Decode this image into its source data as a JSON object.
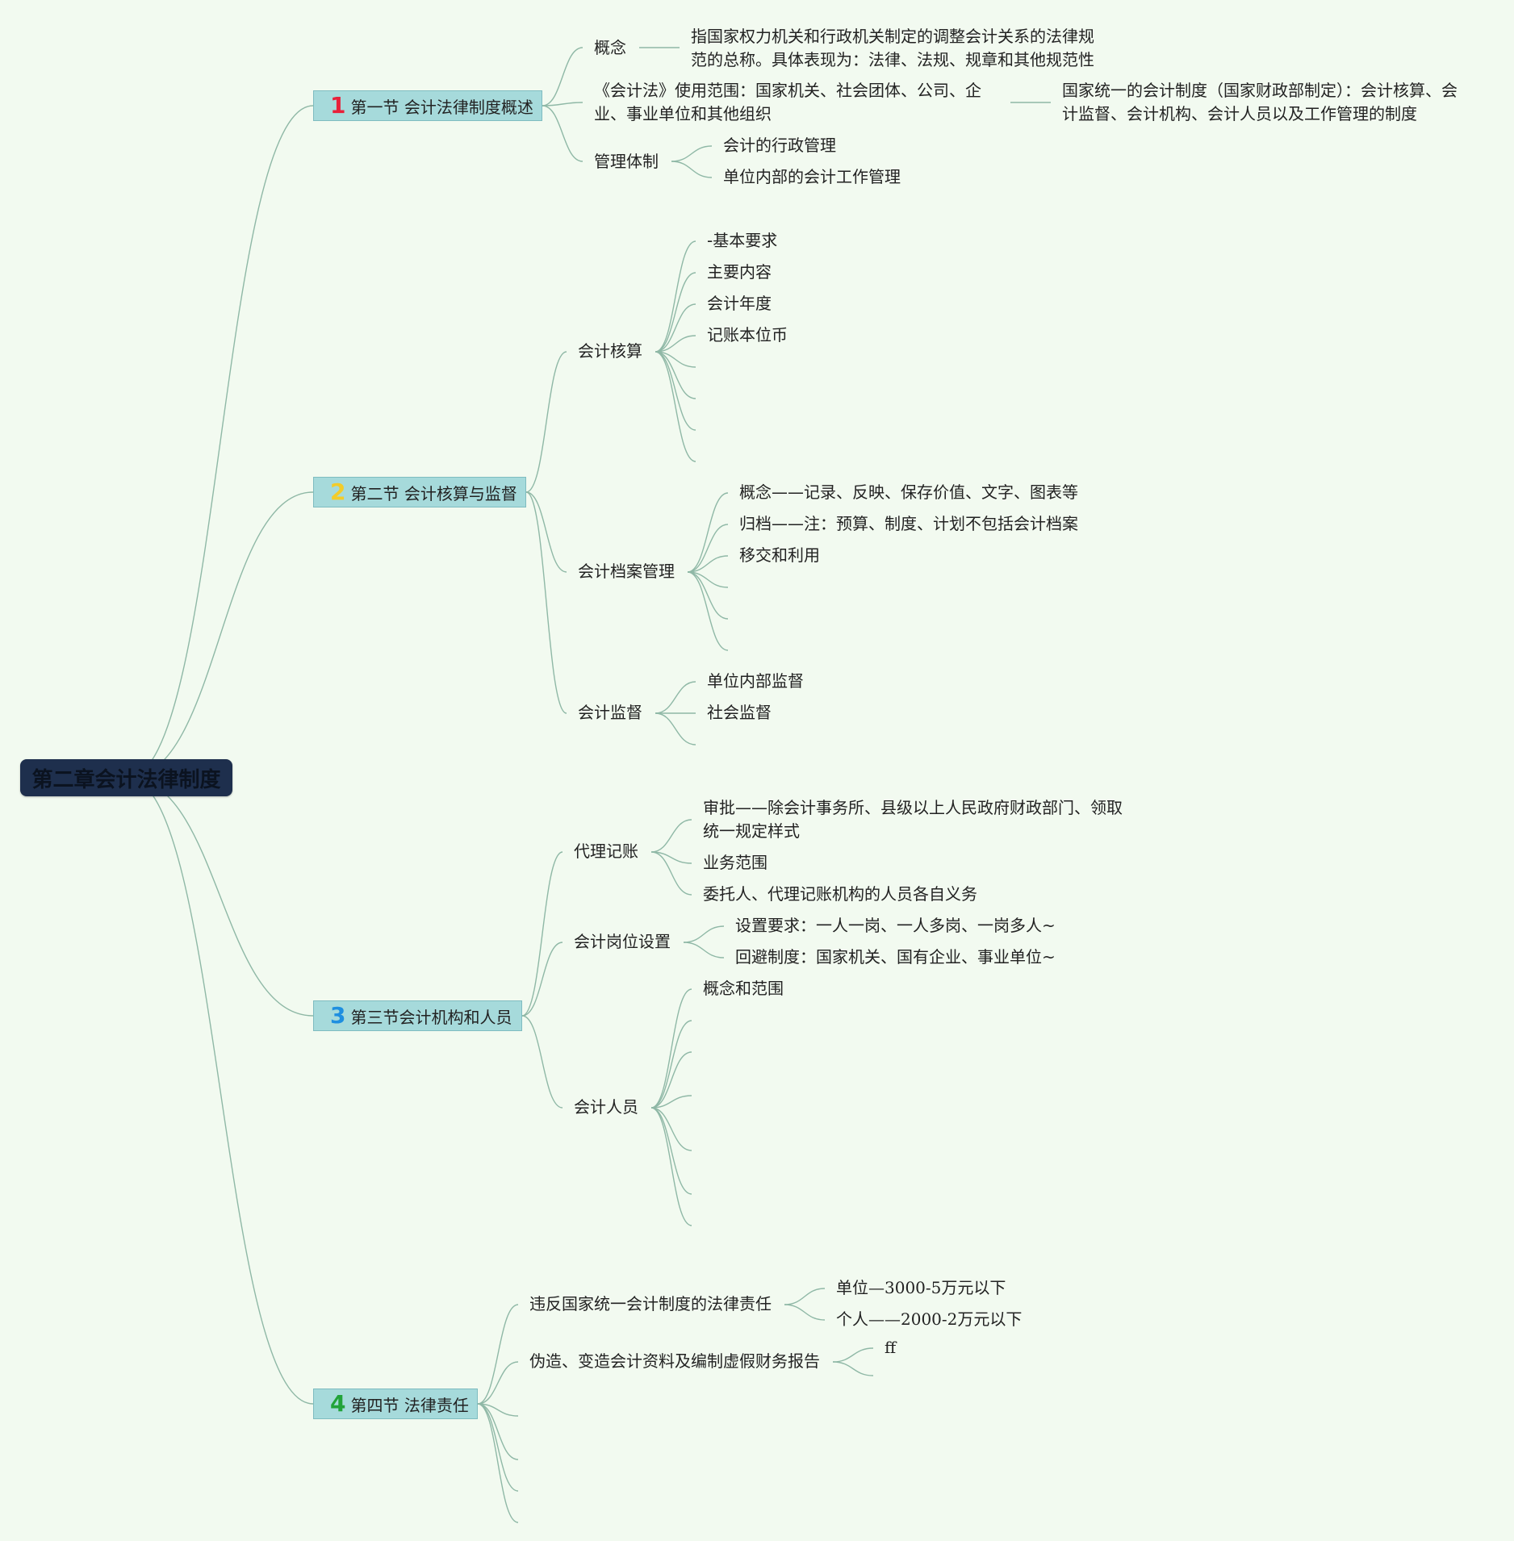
{
  "root": {
    "label": "第二章会计法律制度"
  },
  "sections": [
    {
      "num": "1",
      "label": "第一节 会计法律制度概述",
      "color": "#e8203a"
    },
    {
      "num": "2",
      "label": "第二节 会计核算与监督",
      "color": "#f3cc2a"
    },
    {
      "num": "3",
      "label": "第三节会计机构和人员",
      "color": "#1e8fe0"
    },
    {
      "num": "4",
      "label": "第四节 法律责任",
      "color": "#22a33a"
    }
  ],
  "s1": {
    "concept": "概念",
    "concept_desc": "指国家权力机关和行政机关制定的调整会计关系的法律规范的总称。具体表现为：法律、法规、规章和其他规范性",
    "scope": "《会计法》使用范围：国家机关、社会团体、公司、企业、事业单位和其他组织",
    "scope_desc": "国家统一的会计制度（国家财政部制定）：会计核算、会计监督、会计机构、会计人员以及工作管理的制度",
    "mgmt": "管理体制",
    "mgmt_items": [
      "会计的行政管理",
      "单位内部的会计工作管理"
    ]
  },
  "s2": {
    "accounting": "会计核算",
    "accounting_items": [
      "-基本要求",
      "主要内容",
      "会计年度",
      "记账本位币"
    ],
    "archive": "会计档案管理",
    "archive_items": [
      "概念——记录、反映、保存价值、文字、图表等",
      "归档——注：预算、制度、计划不包括会计档案",
      "移交和利用"
    ],
    "supervision": "会计监督",
    "supervision_items": [
      "单位内部监督",
      "社会监督"
    ]
  },
  "s3": {
    "agency": "代理记账",
    "agency_items": [
      "审批——除会计事务所、县级以上人民政府财政部门、领取统一规定样式",
      "业务范围",
      "委托人、代理记账机构的人员各自义务"
    ],
    "posts": "会计岗位设置",
    "posts_items": [
      "设置要求：一人一岗、一人多岗、一岗多人~",
      "回避制度：国家机关、国有企业、事业单位~"
    ],
    "staff": "会计人员",
    "staff_items": [
      "概念和范围"
    ]
  },
  "s4": {
    "violate": "违反国家统一会计制度的法律责任",
    "violate_items": [
      "单位—3000-5万元以下",
      "个人——2000-2万元以下"
    ],
    "forge": "伪造、变造会计资料及编制虚假财务报告",
    "forge_items": [
      "ff"
    ]
  }
}
